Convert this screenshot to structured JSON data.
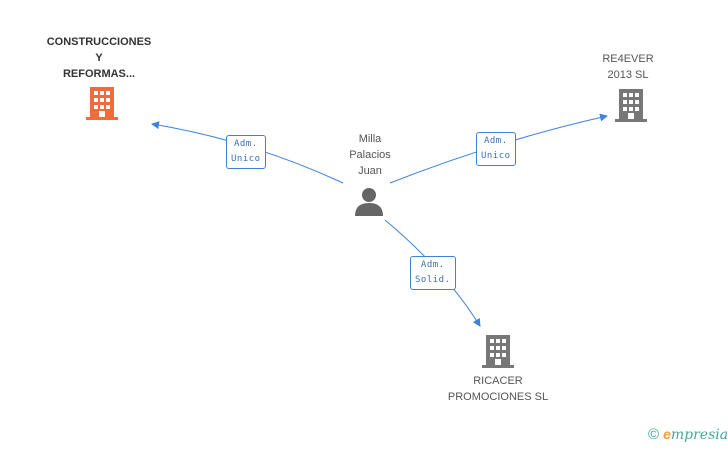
{
  "center": {
    "lines": [
      "Milla",
      "Palacios",
      "Juan"
    ],
    "icon": "person-icon"
  },
  "companies": {
    "construcciones": {
      "lines": [
        "CONSTRUCCIONES",
        "Y",
        "REFORMAS..."
      ],
      "color": "#f26b3a",
      "icon": "building-icon"
    },
    "re4ever": {
      "lines": [
        "RE4EVER",
        "2013  SL"
      ],
      "color": "#777777",
      "icon": "building-icon"
    },
    "ricacer": {
      "lines": [
        "RICACER",
        "PROMOCIONES SL"
      ],
      "color": "#777777",
      "icon": "building-icon"
    }
  },
  "roles": {
    "construcciones": [
      "Adm.",
      "Unico"
    ],
    "re4ever": [
      "Adm.",
      "Unico"
    ],
    "ricacer": [
      "Adm.",
      "Solid."
    ]
  },
  "edge_color": "#3d82d9",
  "logo": {
    "copyright": "©",
    "e": "e",
    "rest": "mpresia"
  }
}
